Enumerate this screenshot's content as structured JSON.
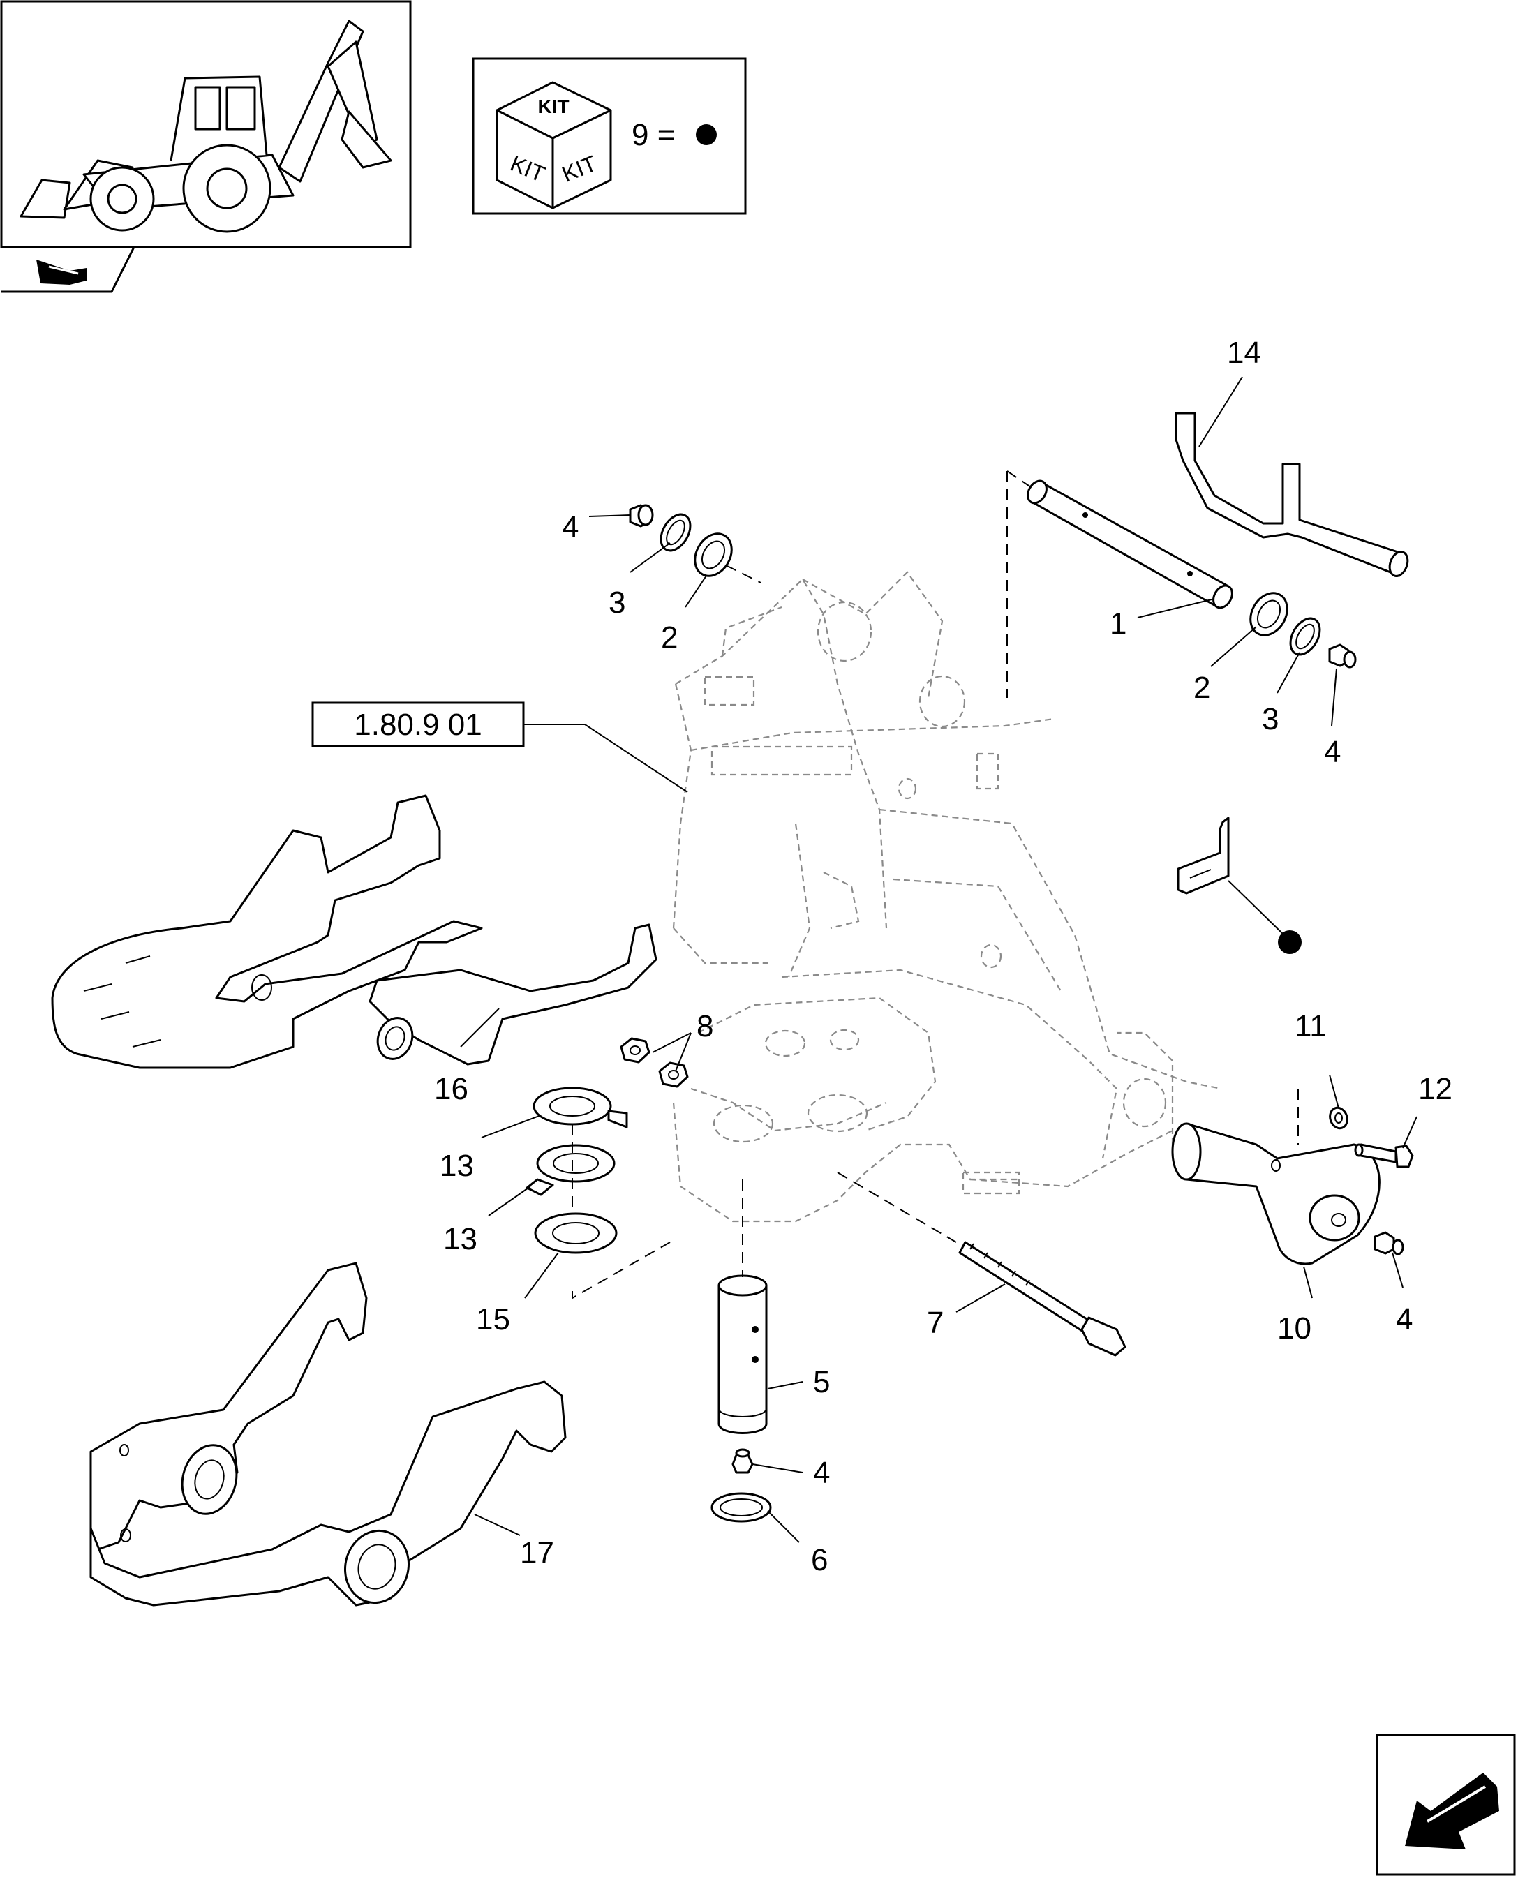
{
  "kit_legend": {
    "cube_top": "KIT",
    "cube_left": "KIT",
    "cube_right": "KIT",
    "formula": "9 ="
  },
  "reference_box": "1.80.9 01",
  "callouts": {
    "c1": "1",
    "c2a": "2",
    "c2b": "2",
    "c3a": "3",
    "c3b": "3",
    "c4a": "4",
    "c4b": "4",
    "c4c": "4",
    "c4d": "4",
    "c5": "5",
    "c6": "6",
    "c7": "7",
    "c8": "8",
    "c10": "10",
    "c11": "11",
    "c12": "12",
    "c13a": "13",
    "c13b": "13",
    "c14": "14",
    "c15": "15",
    "c16": "16",
    "c17": "17"
  },
  "icons": {
    "thumbnail": "backhoe-loader-icon",
    "prev": "previous-page-arrow-icon",
    "next": "next-page-arrow-icon",
    "kit": "kit-cube-icon",
    "kit_marker": "filled-dot-icon"
  }
}
